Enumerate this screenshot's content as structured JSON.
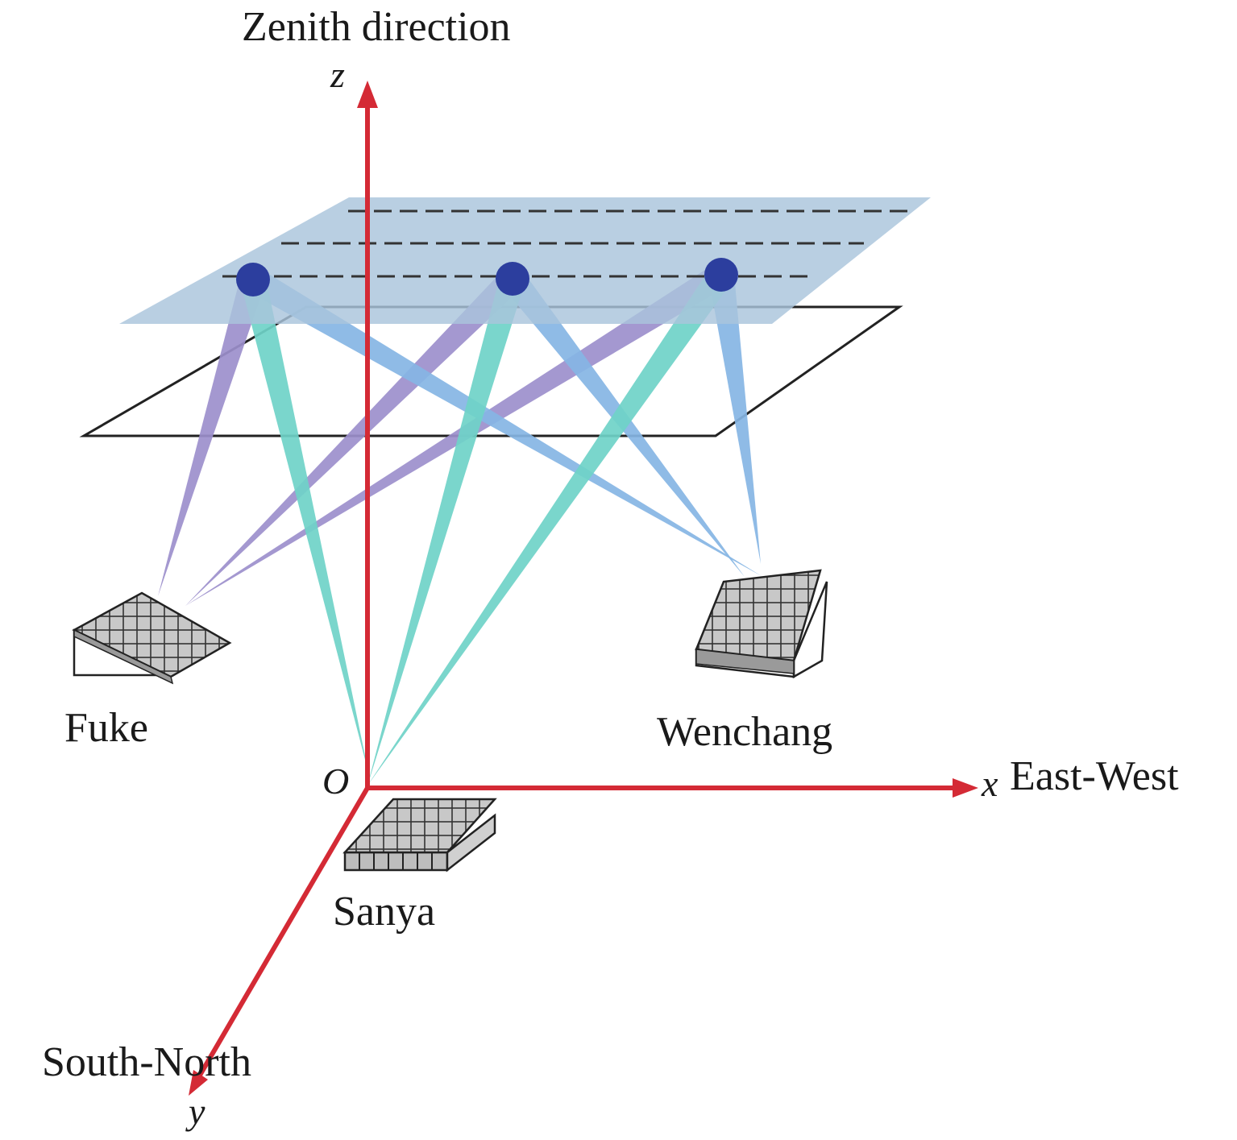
{
  "labels": {
    "zenith": "Zenith direction",
    "east_west": "East-West",
    "south_north": "South-North"
  },
  "axes": {
    "x": "x",
    "y": "y",
    "z": "z",
    "origin": "O"
  },
  "stations": {
    "fuke": "Fuke",
    "wenchang": "Wenchang",
    "sanya": "Sanya"
  },
  "colors": {
    "axis": "#d42a35",
    "upper_plane": "#a9c4dc",
    "point": "#2c3e9e",
    "beam_fuke": "#9c8fcc",
    "beam_sanya": "#6fd3c8",
    "beam_wenchang": "#86b5e4",
    "outline": "#222222"
  }
}
